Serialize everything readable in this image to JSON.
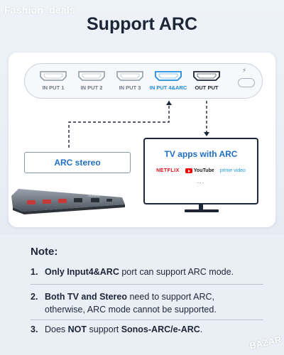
{
  "watermark": "Fashion_deals",
  "title": "Support ARC",
  "ports": [
    {
      "label": "IN PUT 1"
    },
    {
      "label": "IN PUT 2"
    },
    {
      "label": "IN PUT 3"
    },
    {
      "label": "IN PUT 4&ARC"
    },
    {
      "label": "OUT PUT"
    }
  ],
  "arc_stereo_label": "ARC stereo",
  "tv": {
    "title": "TV apps with ARC",
    "netflix": "NETFLIX",
    "youtube": "YouTube",
    "prime": "prime video",
    "more": "..."
  },
  "device_text": "UGREEN",
  "colors": {
    "accent_blue": "#1f8ae0",
    "dark": "#1c2637",
    "netflix_red": "#e50914",
    "youtube_red": "#ff0000"
  },
  "notes": {
    "title": "Note:",
    "items": [
      {
        "num": "1.",
        "bold": "Only Input4&ARC",
        "rest": " port can support ARC mode."
      },
      {
        "num": "2.",
        "bold": "Both TV and Stereo",
        "rest": " need to support ARC,",
        "line2": "otherwise, ARC mode cannot be supported."
      },
      {
        "num": "3.",
        "pre": "Does ",
        "bold": "NOT",
        "mid": " support ",
        "bold2": "Sonos-ARC/e-ARC",
        "rest": "."
      }
    ]
  },
  "bazar_watermark": "BAZAR"
}
